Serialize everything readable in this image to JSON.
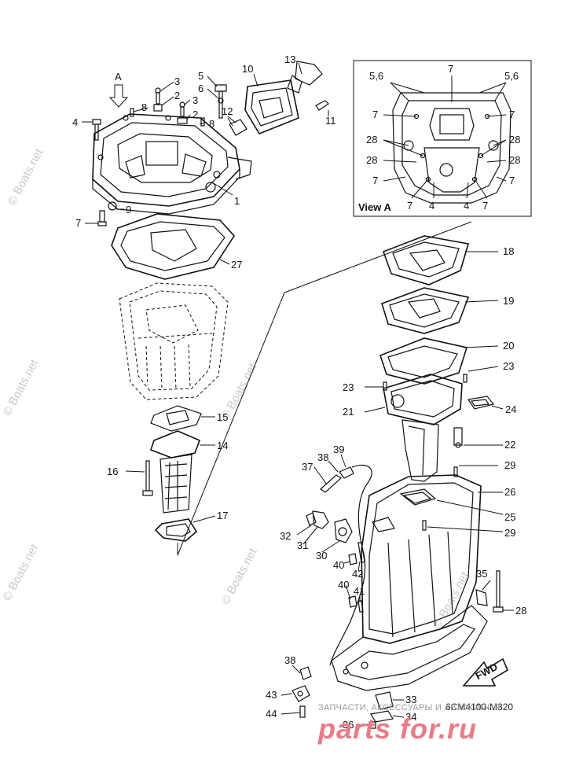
{
  "watermarks": [
    "© Boats.net",
    "© Boats.net",
    "© Boats.net",
    "© Boats.net",
    "© Boats.net",
    "© Boats.net"
  ],
  "view_label": "View A",
  "view_arrow": "A",
  "fwd_label": "FWD",
  "diagram_code": "6CM4100-M320",
  "footer_ru": "ЗАПЧАСТИ, АКСЕССУАРЫ И АВТОХИМИЯ",
  "footer_brand": "parts for.ru",
  "callouts": {
    "c1": "1",
    "c2a": "2",
    "c2b": "2",
    "c3a": "3",
    "c3b": "3",
    "c4": "4",
    "c5": "5",
    "c6": "6",
    "c7": "7",
    "c8a": "8",
    "c8b": "8",
    "c9": "9",
    "c10": "10",
    "c11": "11",
    "c12": "12",
    "c13": "13",
    "c14": "14",
    "c15": "15",
    "c16": "16",
    "c17": "17",
    "c18": "18",
    "c19": "19",
    "c20": "20",
    "c21": "21",
    "c22": "22",
    "c23a": "23",
    "c23b": "23",
    "c24": "24",
    "c25": "25",
    "c26": "26",
    "c27": "27",
    "c28": "28",
    "c29a": "29",
    "c29b": "29",
    "c30": "30",
    "c31": "31",
    "c32": "32",
    "c33": "33",
    "c34": "34",
    "c35": "35",
    "c36": "36",
    "c37": "37",
    "c38a": "38",
    "c38b": "38",
    "c39": "39",
    "c40a": "40",
    "c40b": "40",
    "c41": "41",
    "c42": "42",
    "c43": "43",
    "c44": "44"
  },
  "view_callouts": {
    "v56l": "5,6",
    "v56r": "5,6",
    "v7t": "7",
    "v7l1": "7",
    "v7r1": "7",
    "v28l1": "28",
    "v28r1": "28",
    "v28l2": "28",
    "v28r2": "28",
    "v7l2": "7",
    "v7r2": "7",
    "v7b1": "7",
    "v4b1": "4",
    "v4b2": "4",
    "v7b2": "7"
  }
}
